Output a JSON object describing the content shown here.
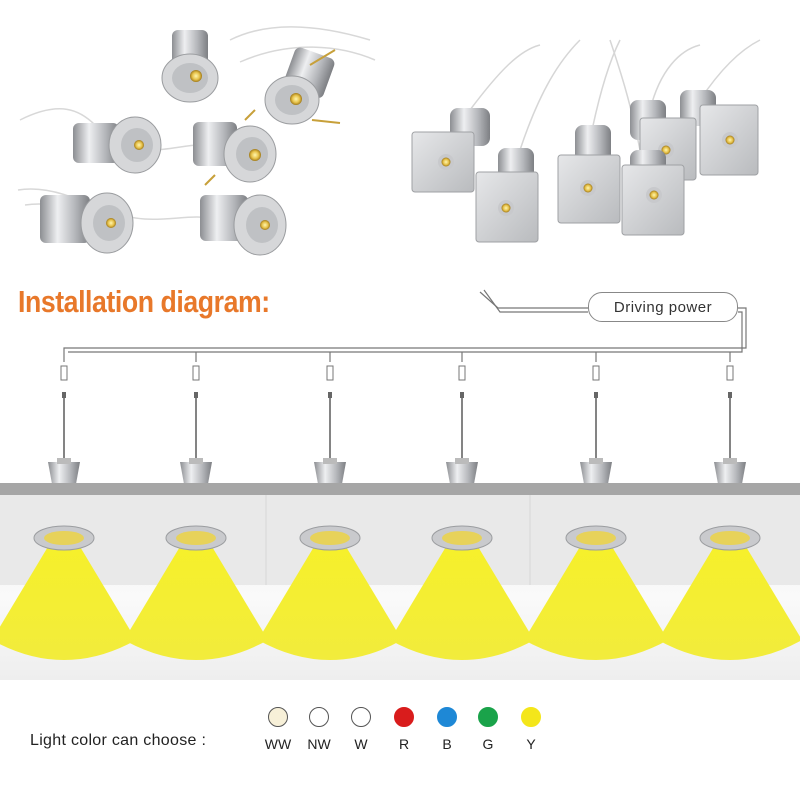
{
  "heading": "Installation diagram:",
  "driver_label": "Driving power",
  "legend": {
    "label": "Light color can choose :",
    "colors": [
      {
        "code": "WW",
        "color": "#f7f0d8"
      },
      {
        "code": "NW",
        "color": "#ffffff"
      },
      {
        "code": "W",
        "color": "#ffffff"
      },
      {
        "code": "R",
        "color": "#d91c1c"
      },
      {
        "code": "B",
        "color": "#1e88d6"
      },
      {
        "code": "G",
        "color": "#1aa34a"
      },
      {
        "code": "Y",
        "color": "#f4e61a"
      }
    ]
  },
  "fixture_count": 6,
  "colors": {
    "heading": "#e8782a",
    "beam": "#f4ee2a",
    "ceiling": "#a8a8a8"
  }
}
